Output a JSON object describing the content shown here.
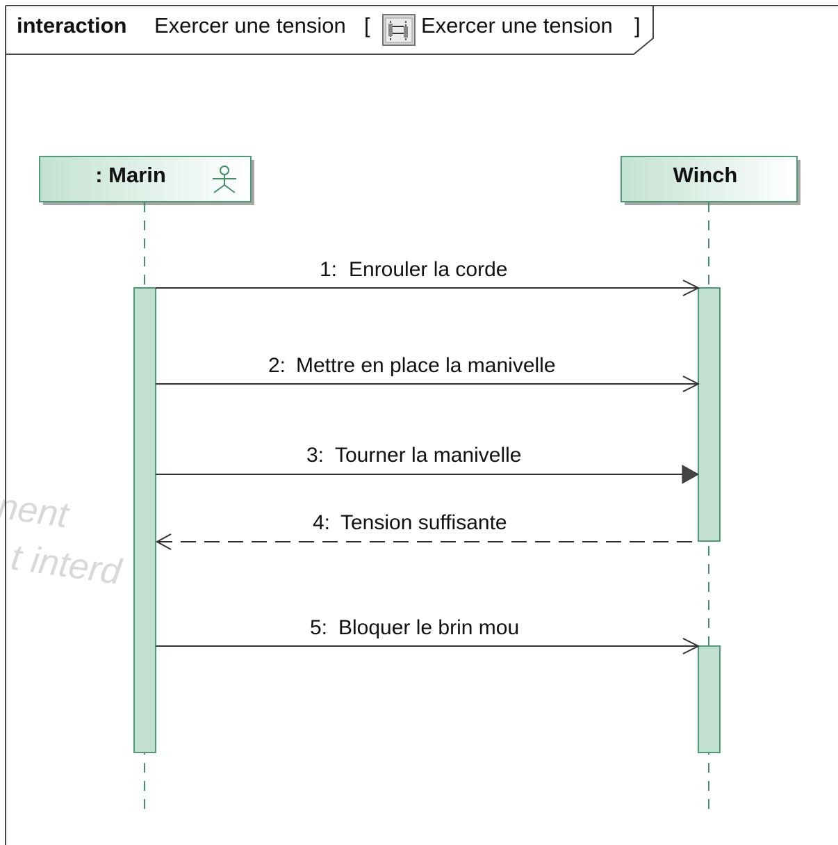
{
  "frame": {
    "keyword": "interaction",
    "name": "Exercer une tension",
    "bracket_open": "[",
    "bracket_close": "]",
    "icon": "sequence-diagram-icon",
    "ref_name": "Exercer une tension"
  },
  "lifelines": [
    {
      "id": "marin",
      "label": ": Marin",
      "icon": "actor-icon"
    },
    {
      "id": "winch",
      "label": "Winch"
    }
  ],
  "messages": [
    {
      "number": "1:",
      "text": "Enrouler la corde",
      "kind": "async",
      "from": "marin",
      "to": "winch"
    },
    {
      "number": "2:",
      "text": "Mettre en place la manivelle",
      "kind": "async",
      "from": "marin",
      "to": "winch"
    },
    {
      "number": "3:",
      "text": "Tourner la manivelle",
      "kind": "sync",
      "from": "marin",
      "to": "winch"
    },
    {
      "number": "4:",
      "text": "Tension suffisante",
      "kind": "reply",
      "from": "winch",
      "to": "marin"
    },
    {
      "number": "5:",
      "text": "Bloquer le brin mou",
      "kind": "async",
      "from": "marin",
      "to": "winch"
    }
  ],
  "watermark": {
    "line1": "nent",
    "line2": "t interd"
  },
  "colors": {
    "lifeline_fill_start": "#c3e2d2",
    "lifeline_fill_end": "#ffffff",
    "lifeline_border": "#4f9a76",
    "activation_fill": "#c2e0d0",
    "line": "#333333",
    "frame_border": "#444444"
  }
}
